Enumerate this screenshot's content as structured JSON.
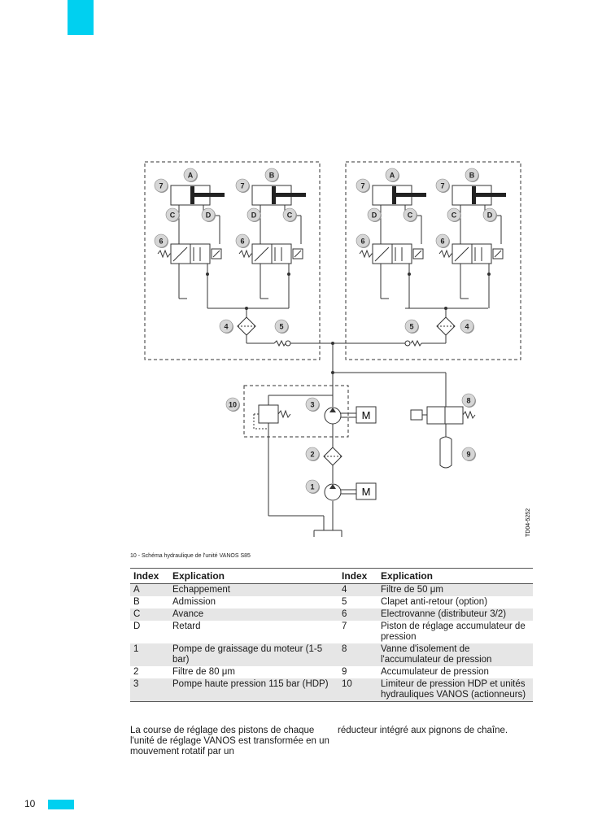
{
  "page": {
    "number": "10",
    "accent": "#00d0f0"
  },
  "figure": {
    "caption": "10 - Schéma hydraulique de l'unité VANOS S85",
    "code": "TD04-5252",
    "motor_label": "M",
    "units": [
      {
        "left": [
          "A",
          "7",
          "C",
          "D",
          "6"
        ],
        "right": [
          "B",
          "7",
          "D",
          "C",
          "6"
        ]
      },
      {
        "left": [
          "A",
          "7",
          "D",
          "C",
          "6"
        ],
        "right": [
          "B",
          "7",
          "C",
          "D",
          "6"
        ]
      }
    ],
    "labels": {
      "filter_l": "4",
      "check_l": "5",
      "check_r": "5",
      "filter_r": "4",
      "limiter": "10",
      "hp_pump": "3",
      "filter80": "2",
      "oil_pump": "1",
      "valve": "8",
      "accumulator": "9"
    }
  },
  "table": {
    "headers": [
      "Index",
      "Explication",
      "Index",
      "Explication"
    ],
    "rows": [
      {
        "i1": "A",
        "e1": "Echappement",
        "i2": "4",
        "e2": "Filtre de 50 μm"
      },
      {
        "i1": "B",
        "e1": "Admission",
        "i2": "5",
        "e2": "Clapet anti-retour (option)"
      },
      {
        "i1": "C",
        "e1": "Avance",
        "i2": "6",
        "e2": "Electrovanne (distributeur 3/2)"
      },
      {
        "i1": "D",
        "e1": "Retard",
        "i2": "7",
        "e2": "Piston de réglage accumulateur de pression"
      },
      {
        "i1": "1",
        "e1": "Pompe de graissage du moteur (1-5 bar)",
        "i2": "8",
        "e2": "Vanne d'isolement de l'accumulateur de pression"
      },
      {
        "i1": "2",
        "e1": "Filtre de 80 μm",
        "i2": "9",
        "e2": "Accumulateur de pression"
      },
      {
        "i1": "3",
        "e1": "Pompe haute pression 115 bar (HDP)",
        "i2": "10",
        "e2": "Limiteur de pression HDP et unités hydrauliques VANOS (actionneurs)"
      }
    ]
  },
  "body": {
    "left": "La course de réglage des pistons de chaque l'unité de réglage VANOS est transformée en un mouvement rotatif par un",
    "right": "réducteur intégré aux pignons de chaîne."
  }
}
